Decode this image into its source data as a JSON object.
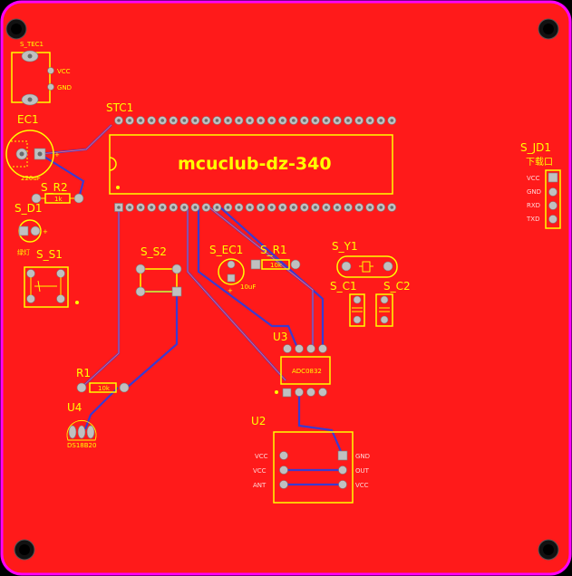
{
  "board": {
    "colors": {
      "outline": "#ff00ff",
      "copper": "#ff1a1a",
      "silk": "#ffff00",
      "trace": "#3b3bd0",
      "pad": "#c0c0c0"
    },
    "title_silk": "mcuclub-dz-340"
  },
  "components": {
    "s_tec1": {
      "ref": "S_TEC1",
      "pins": [
        "VCC",
        "GND"
      ]
    },
    "ec1": {
      "ref": "EC1",
      "value": "220uF",
      "pin_mark": "+"
    },
    "stc1": {
      "ref": "STC1"
    },
    "s_r2": {
      "ref": "S_R2",
      "value": "1k"
    },
    "s_d1": {
      "ref": "S_D1",
      "caption": "绿灯"
    },
    "s_s1": {
      "ref": "S_S1"
    },
    "s_s2": {
      "ref": "S_S2"
    },
    "s_ec1": {
      "ref": "S_EC1",
      "value": "10uF",
      "pin_mark": "+"
    },
    "s_r1": {
      "ref": "S_R1",
      "value": "10k"
    },
    "s_y1": {
      "ref": "S_Y1"
    },
    "s_c1": {
      "ref": "S_C1"
    },
    "s_c2": {
      "ref": "S_C2"
    },
    "s_jd1": {
      "ref": "S_JD1",
      "caption": "下载口",
      "pins": [
        "VCC",
        "GND",
        "RXD",
        "TXD"
      ]
    },
    "u3": {
      "ref": "U3",
      "body": "ADC0832"
    },
    "r1": {
      "ref": "R1",
      "value": "10k"
    },
    "u4": {
      "ref": "U4",
      "body": "DS18B20"
    },
    "u2": {
      "ref": "U2",
      "left_pins": [
        "VCC",
        "VCC",
        "ANT"
      ],
      "right_pins": [
        "GND",
        "OUT",
        "VCC"
      ]
    }
  }
}
